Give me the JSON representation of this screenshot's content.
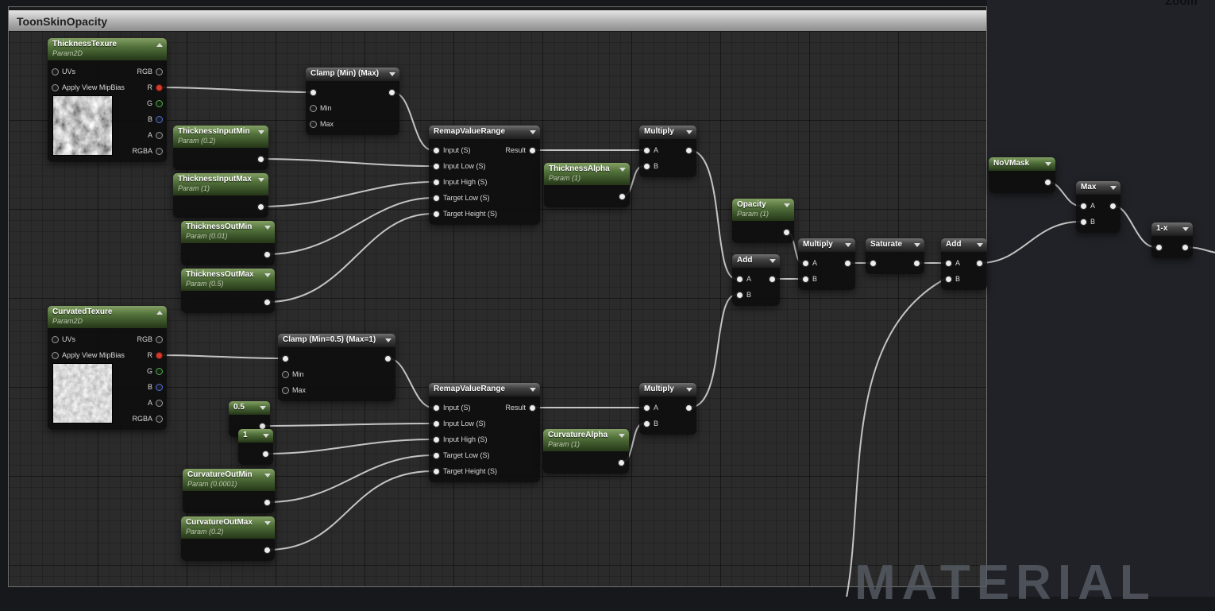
{
  "window": {
    "title": "ToonSkinOpacity"
  },
  "overlay": {
    "zoom_label": "Zoom",
    "watermark": "MATERIAL"
  },
  "colors": {
    "param_header_green": "#51703a",
    "function_header_dark": "#414141",
    "canvas": "#2b2b2b",
    "wire": "#d9d9d9",
    "pin_red": "#d23a2c",
    "pin_green": "#46b33e",
    "pin_blue": "#4b6fe0"
  },
  "nodes": {
    "thickness_texture": {
      "title": "ThicknessTexure",
      "subtitle": "Param2D",
      "pins_left": [
        "UVs",
        "Apply View MipBias"
      ],
      "pins_right": [
        "RGB",
        "R",
        "G",
        "B",
        "A",
        "RGBA"
      ]
    },
    "clamp_thickness": {
      "title": "Clamp (Min) (Max)",
      "pins": [
        "Min",
        "Max"
      ]
    },
    "thickness_input_min": {
      "title": "ThicknessInputMin",
      "subtitle": "Param (0.2)"
    },
    "thickness_input_max": {
      "title": "ThicknessInputMax",
      "subtitle": "Param (1)"
    },
    "thickness_out_min": {
      "title": "ThicknessOutMin",
      "subtitle": "Param (0.01)"
    },
    "thickness_out_max": {
      "title": "ThicknessOutMax",
      "subtitle": "Param (0.5)"
    },
    "remap_thickness": {
      "title": "RemapValueRange",
      "inputs": [
        "Input (S)",
        "Input Low (S)",
        "Input High (S)",
        "Target Low (S)",
        "Target Height (S)"
      ],
      "output": "Result"
    },
    "thickness_alpha": {
      "title": "ThicknessAlpha",
      "subtitle": "Param (1)"
    },
    "multiply_thickness": {
      "title": "Multiply",
      "pins": [
        "A",
        "B"
      ]
    },
    "curvature_texture": {
      "title": "CurvatedTexure",
      "subtitle": "Param2D",
      "pins_left": [
        "UVs",
        "Apply View MipBias"
      ],
      "pins_right": [
        "RGB",
        "R",
        "G",
        "B",
        "A",
        "RGBA"
      ]
    },
    "clamp_curvature": {
      "title": "Clamp (Min=0.5) (Max=1)",
      "pins": [
        "Min",
        "Max"
      ]
    },
    "const_half": {
      "title": "0.5"
    },
    "const_one": {
      "title": "1"
    },
    "remap_curvature": {
      "title": "RemapValueRange",
      "inputs": [
        "Input (S)",
        "Input Low (S)",
        "Input High (S)",
        "Target Low (S)",
        "Target Height (S)"
      ],
      "output": "Result"
    },
    "curvature_out_min": {
      "title": "CurvatureOutMin",
      "subtitle": "Param (0.0001)"
    },
    "curvature_out_max": {
      "title": "CurvatureOutMax",
      "subtitle": "Param (0.2)"
    },
    "curvature_alpha": {
      "title": "CurvatureAlpha",
      "subtitle": "Param (1)"
    },
    "multiply_curvature": {
      "title": "Multiply",
      "pins": [
        "A",
        "B"
      ]
    },
    "opacity": {
      "title": "Opacity",
      "subtitle": "Param (1)"
    },
    "add_blend": {
      "title": "Add",
      "pins": [
        "A",
        "B"
      ]
    },
    "multiply_opacity": {
      "title": "Multiply",
      "pins": [
        "A",
        "B"
      ]
    },
    "saturate": {
      "title": "Saturate"
    },
    "add_final": {
      "title": "Add",
      "pins": [
        "A",
        "B"
      ]
    },
    "novmask": {
      "title": "NoVMask"
    },
    "max": {
      "title": "Max",
      "pins": [
        "A",
        "B"
      ]
    },
    "one_minus_x": {
      "title": "1-x"
    }
  }
}
